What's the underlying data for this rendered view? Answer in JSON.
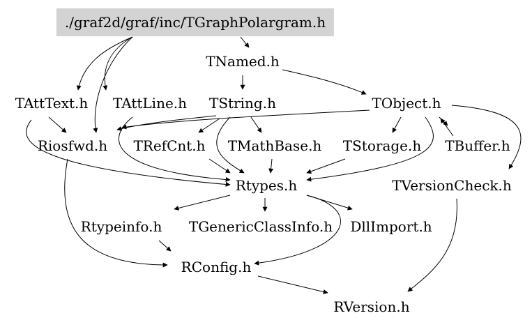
{
  "graph": {
    "nodes": {
      "root": {
        "label": "./graf2d/graf/inc/TGraphPolargram.h",
        "highlight_color": "#d3d3d3"
      },
      "tnamed": {
        "label": "TNamed.h"
      },
      "tatttext": {
        "label": "TAttText.h"
      },
      "tattline": {
        "label": "TAttLine.h"
      },
      "tstring": {
        "label": "TString.h"
      },
      "tobject": {
        "label": "TObject.h"
      },
      "riosfwd": {
        "label": "Riosfwd.h"
      },
      "trefcnt": {
        "label": "TRefCnt.h"
      },
      "tmathbase": {
        "label": "TMathBase.h"
      },
      "tstorage": {
        "label": "TStorage.h"
      },
      "tbuffer": {
        "label": "TBuffer.h"
      },
      "rtypes": {
        "label": "Rtypes.h"
      },
      "tversioncheck": {
        "label": "TVersionCheck.h"
      },
      "rtypeinfo": {
        "label": "Rtypeinfo.h"
      },
      "tgenericclassinfo": {
        "label": "TGenericClassInfo.h"
      },
      "dllimport": {
        "label": "DllImport.h"
      },
      "rconfig": {
        "label": "RConfig.h"
      },
      "rversion": {
        "label": "RVersion.h"
      }
    },
    "edges": [
      [
        "root",
        "tatttext"
      ],
      [
        "root",
        "tattline"
      ],
      [
        "root",
        "riosfwd"
      ],
      [
        "root",
        "tnamed"
      ],
      [
        "tnamed",
        "tstring"
      ],
      [
        "tnamed",
        "tobject"
      ],
      [
        "tatttext",
        "riosfwd"
      ],
      [
        "tatttext",
        "rtypes"
      ],
      [
        "tattline",
        "rtypes"
      ],
      [
        "tstring",
        "riosfwd"
      ],
      [
        "tstring",
        "trefcnt"
      ],
      [
        "tstring",
        "tmathbase"
      ],
      [
        "tstring",
        "rtypes"
      ],
      [
        "tobject",
        "riosfwd"
      ],
      [
        "tobject",
        "tstorage"
      ],
      [
        "tobject",
        "tbuffer"
      ],
      [
        "tobject",
        "rtypes"
      ],
      [
        "tobject",
        "tversioncheck"
      ],
      [
        "riosfwd",
        "rconfig"
      ],
      [
        "trefcnt",
        "rtypes"
      ],
      [
        "tmathbase",
        "rtypes"
      ],
      [
        "tstorage",
        "rtypes"
      ],
      [
        "tbuffer",
        "tobject"
      ],
      [
        "rtypes",
        "rtypeinfo"
      ],
      [
        "rtypes",
        "tgenericclassinfo"
      ],
      [
        "rtypes",
        "dllimport"
      ],
      [
        "rtypes",
        "rconfig"
      ],
      [
        "rtypeinfo",
        "rconfig"
      ],
      [
        "rconfig",
        "rversion"
      ],
      [
        "tversioncheck",
        "rversion"
      ]
    ],
    "edge_color": "#000000"
  }
}
